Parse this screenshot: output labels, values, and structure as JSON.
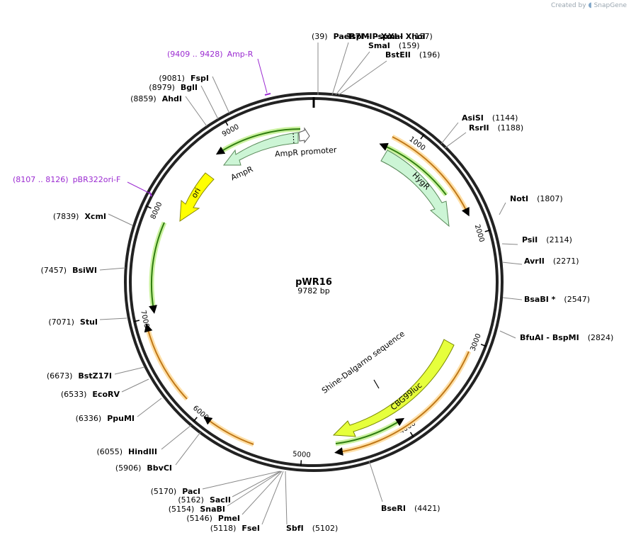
{
  "brand": {
    "created_by": "Created by",
    "product": "SnapGene"
  },
  "plasmid": {
    "name": "pWR16",
    "length_label": "9782 bp",
    "length": 9782
  },
  "ticks": [
    1000,
    2000,
    3000,
    4000,
    5000,
    6000,
    7000,
    8000,
    9000
  ],
  "sites": [
    {
      "id": "paer7i",
      "label": "PaeR7I   - PspXI   - XhoI",
      "pos": "(39)",
      "side": "left"
    },
    {
      "id": "tspmi",
      "label": "TspMI   - XmaI",
      "pos": "(157)",
      "side": "right"
    },
    {
      "id": "smai",
      "label": "SmaI",
      "pos": "(159)",
      "side": "right"
    },
    {
      "id": "bsteii",
      "label": "BstEII",
      "pos": "(196)",
      "side": "right"
    },
    {
      "id": "asisi",
      "label": "AsiSI",
      "pos": "(1144)",
      "side": "right"
    },
    {
      "id": "rsrii",
      "label": "RsrII",
      "pos": "(1188)",
      "side": "right"
    },
    {
      "id": "noti",
      "label": "NotI",
      "pos": "(1807)",
      "side": "right"
    },
    {
      "id": "psii",
      "label": "PsiI",
      "pos": "(2114)",
      "side": "right"
    },
    {
      "id": "avrii",
      "label": "AvrII",
      "pos": "(2271)",
      "side": "right"
    },
    {
      "id": "bsabi",
      "label": "BsaBI *",
      "pos": "(2547)",
      "side": "right"
    },
    {
      "id": "bfuai",
      "label": "BfuAI   - BspMI",
      "pos": "(2824)",
      "side": "right"
    },
    {
      "id": "bseri",
      "label": "BseRI",
      "pos": "(4421)",
      "side": "right"
    },
    {
      "id": "sbfi",
      "label": "SbfI",
      "pos": "(5102)",
      "side": "right"
    },
    {
      "id": "fsei",
      "label": "FseI",
      "pos": "(5118)",
      "side": "left"
    },
    {
      "id": "pmei",
      "label": "PmeI",
      "pos": "(5146)",
      "side": "left"
    },
    {
      "id": "snabi",
      "label": "SnaBI",
      "pos": "(5154)",
      "side": "left"
    },
    {
      "id": "sacii",
      "label": "SacII",
      "pos": "(5162)",
      "side": "left"
    },
    {
      "id": "paci",
      "label": "PacI",
      "pos": "(5170)",
      "side": "left"
    },
    {
      "id": "bbvci",
      "label": "BbvCI",
      "pos": "(5906)",
      "side": "left"
    },
    {
      "id": "hindiii",
      "label": "HindIII",
      "pos": "(6055)",
      "side": "left"
    },
    {
      "id": "ppumi",
      "label": "PpuMI",
      "pos": "(6336)",
      "side": "left"
    },
    {
      "id": "ecorv",
      "label": "EcoRV",
      "pos": "(6533)",
      "side": "left"
    },
    {
      "id": "bstz17i",
      "label": "BstZ17I",
      "pos": "(6673)",
      "side": "left"
    },
    {
      "id": "stui",
      "label": "StuI",
      "pos": "(7071)",
      "side": "left"
    },
    {
      "id": "bsiwi",
      "label": "BsiWI",
      "pos": "(7457)",
      "side": "left"
    },
    {
      "id": "xcmi",
      "label": "XcmI",
      "pos": "(7839)",
      "side": "left"
    },
    {
      "id": "ahdi",
      "label": "AhdI",
      "pos": "(8859)",
      "side": "left"
    },
    {
      "id": "bgli",
      "label": "BglI",
      "pos": "(8979)",
      "side": "left"
    },
    {
      "id": "fspi",
      "label": "FspI",
      "pos": "(9081)",
      "side": "left"
    }
  ],
  "primers": [
    {
      "id": "amp-r",
      "range": "(9409 .. 9428)",
      "name": "Amp-R"
    },
    {
      "id": "pbr322ori-f",
      "range": "(8107 .. 8126)",
      "name": "pBR322ori-F"
    }
  ],
  "features": [
    {
      "id": "ampr-promoter",
      "label": "AmpR promoter",
      "color": "#ffffff"
    },
    {
      "id": "ampr",
      "label": "AmpR",
      "color": "#ccf5d5"
    },
    {
      "id": "ori",
      "label": "ori",
      "color": "#ffff00"
    },
    {
      "id": "hygr",
      "label": "HygR",
      "color": "#ccf5d5"
    },
    {
      "id": "cbg99luc",
      "label": "CBG99luc",
      "color": "#e6ff3c"
    },
    {
      "id": "shine-dalgarno",
      "label": "Shine-Dalgarno sequence",
      "color": "#000000"
    }
  ],
  "colors": {
    "orf_fill": "#d58a2a",
    "orf_glow": "#ffe0a8",
    "green_orf": "#2f7d0f",
    "green_glow": "#cbf2a0",
    "primer": "#9b2bd1"
  }
}
